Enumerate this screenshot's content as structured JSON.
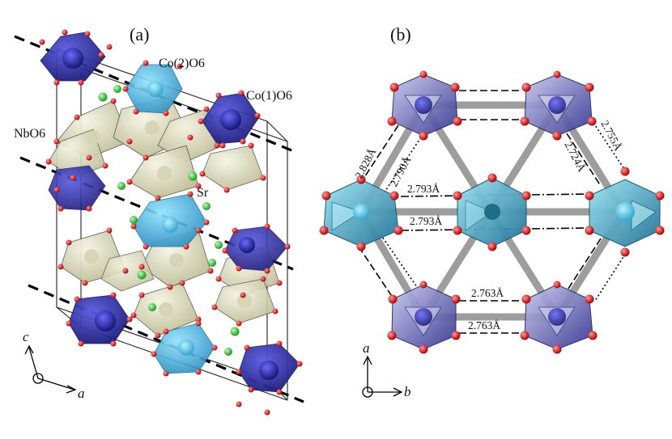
{
  "panel_a": {
    "label": "(a)",
    "labels": {
      "co2": "Co(2)O6",
      "co1": "Co(1)O6",
      "nb": "NbO6",
      "sr": "Sr"
    },
    "axes": {
      "vertical": "c",
      "horizontal": "a"
    }
  },
  "panel_b": {
    "label": "(b)",
    "distances": [
      "2.828Å",
      "2.790Å",
      "2.793Å",
      "2.793Å",
      "2.724Å",
      "2.755Å",
      "2.763Å",
      "2.763Å"
    ],
    "axes": {
      "vertical": "a",
      "horizontal": "b"
    }
  },
  "colors": {
    "co1_octahedron": "#2b2b9e",
    "co2_octahedron": "#3fa7d6",
    "nb_octahedron": "#e4e2c2",
    "oxygen": "#d81818",
    "strontium": "#2ec02e",
    "bond": "#8a8a8a"
  }
}
